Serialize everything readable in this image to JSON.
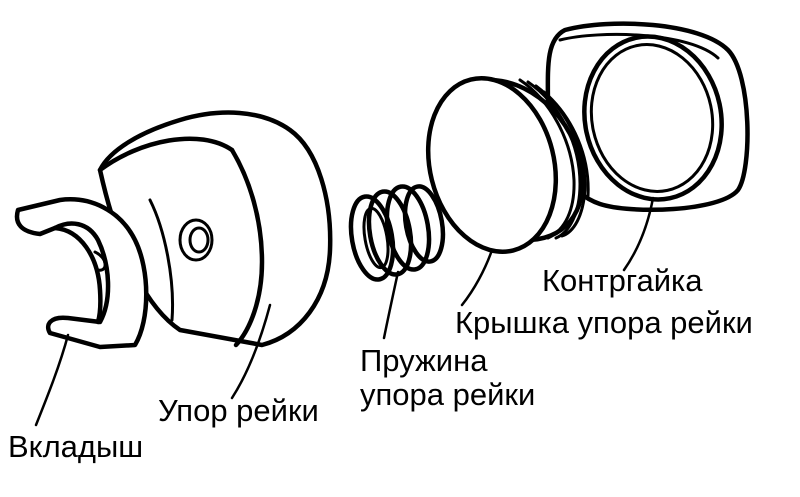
{
  "labels": {
    "locknut": "Контргайка",
    "cap": "Крышка упора рейки",
    "spring_line1": "Пружина",
    "spring_line2": "упора рейки",
    "rack_guide": "Упор рейки",
    "bushing": "Вкладыш"
  }
}
